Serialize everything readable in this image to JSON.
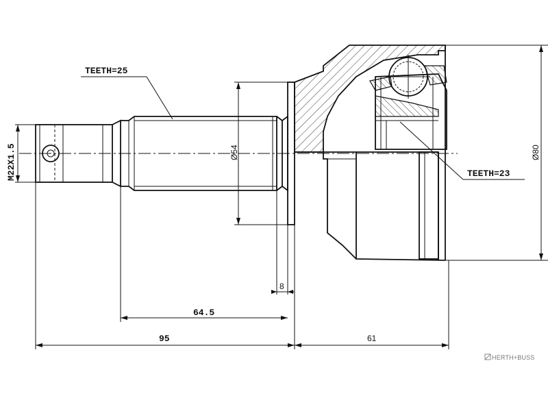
{
  "labels": {
    "teeth_shaft": "TEETH=25",
    "teeth_inner": "TEETH=23",
    "thread": "M22X1.5",
    "dia_shaft": "Ø54",
    "dia_housing": "Ø80"
  },
  "dimensions": {
    "d8": "8",
    "d64_5": "64.5",
    "d95": "95",
    "d61": "61"
  },
  "brand": {
    "logo_text": "HERTH+BUSS"
  }
}
